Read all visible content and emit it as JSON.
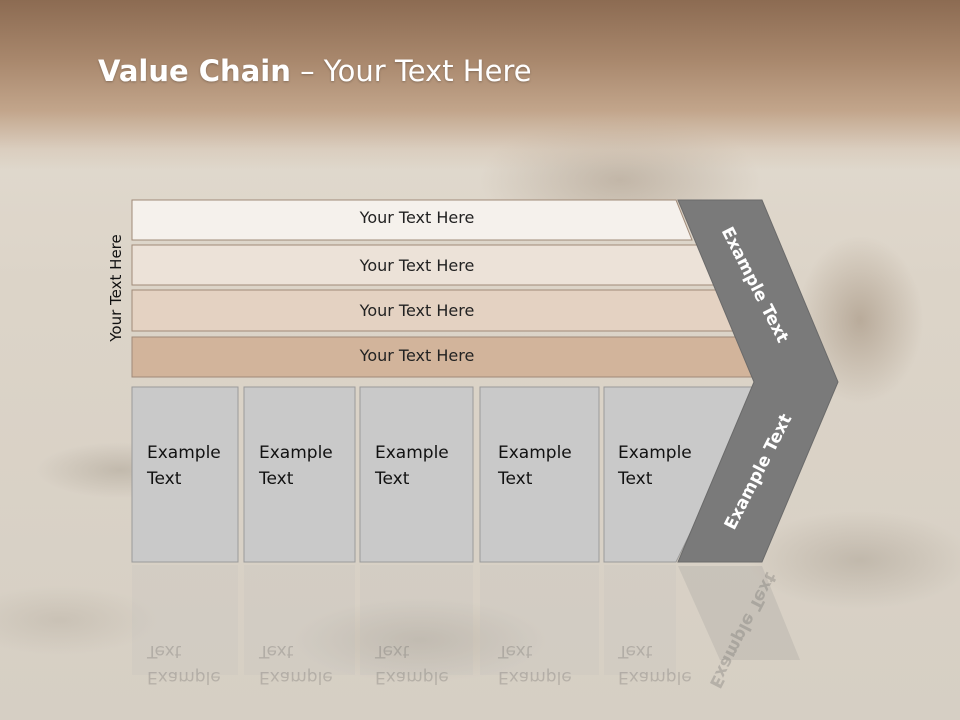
{
  "slide": {
    "title_bold": "Value Chain",
    "title_rest": " – Your Text Here",
    "side_label": "Your Text Here"
  },
  "rows": [
    {
      "label": "Your Text Here",
      "color": "#f5f1ec"
    },
    {
      "label": "Your Text Here",
      "color": "#ece2d8"
    },
    {
      "label": "Your Text Here",
      "color": "#e4d2c2"
    },
    {
      "label": "Your Text Here",
      "color": "#d2b49b"
    }
  ],
  "columns": [
    {
      "line1": "Example",
      "line2": "Text"
    },
    {
      "line1": "Example",
      "line2": "Text"
    },
    {
      "line1": "Example",
      "line2": "Text"
    },
    {
      "line1": "Example",
      "line2": "Text"
    },
    {
      "line1": "Example",
      "line2": "Text"
    }
  ],
  "chevron": {
    "upper_label": "Example Text",
    "lower_label": "Example Text",
    "color": "#7a7a7a"
  },
  "colors": {
    "column_fill": "#c9c9c9",
    "column_stroke": "#9a9a9a",
    "row_stroke": "#a08a78"
  }
}
